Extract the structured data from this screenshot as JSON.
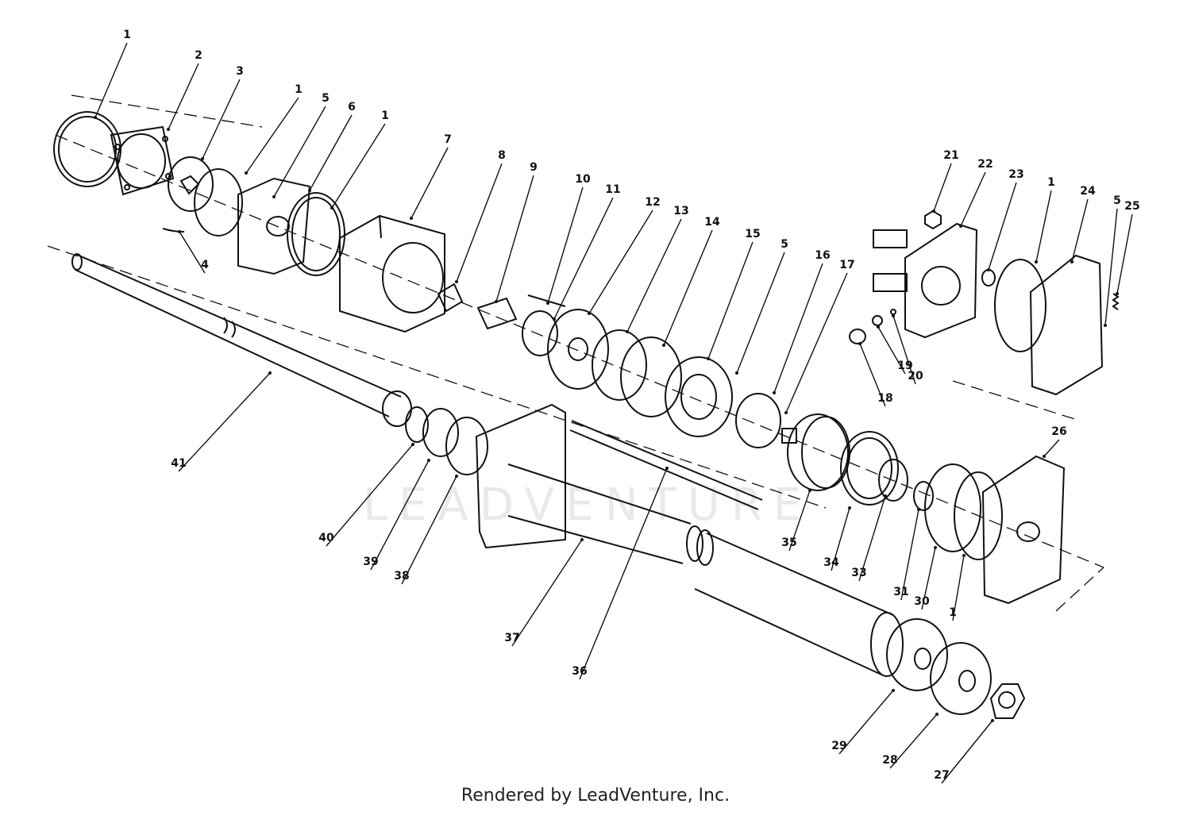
{
  "watermark": "LEADVENTURE",
  "footer": "Rendered by LeadVenture, Inc.",
  "callouts": [
    "1",
    "2",
    "3",
    "4",
    "1",
    "5",
    "6",
    "1",
    "7",
    "8",
    "9",
    "10",
    "11",
    "12",
    "13",
    "14",
    "15",
    "5",
    "16",
    "17",
    "21",
    "22",
    "23",
    "1",
    "24",
    "5",
    "25",
    "18",
    "19",
    "20",
    "41",
    "40",
    "39",
    "38",
    "37",
    "36",
    "35",
    "34",
    "33",
    "31",
    "30",
    "1",
    "26",
    "29",
    "28",
    "27"
  ]
}
